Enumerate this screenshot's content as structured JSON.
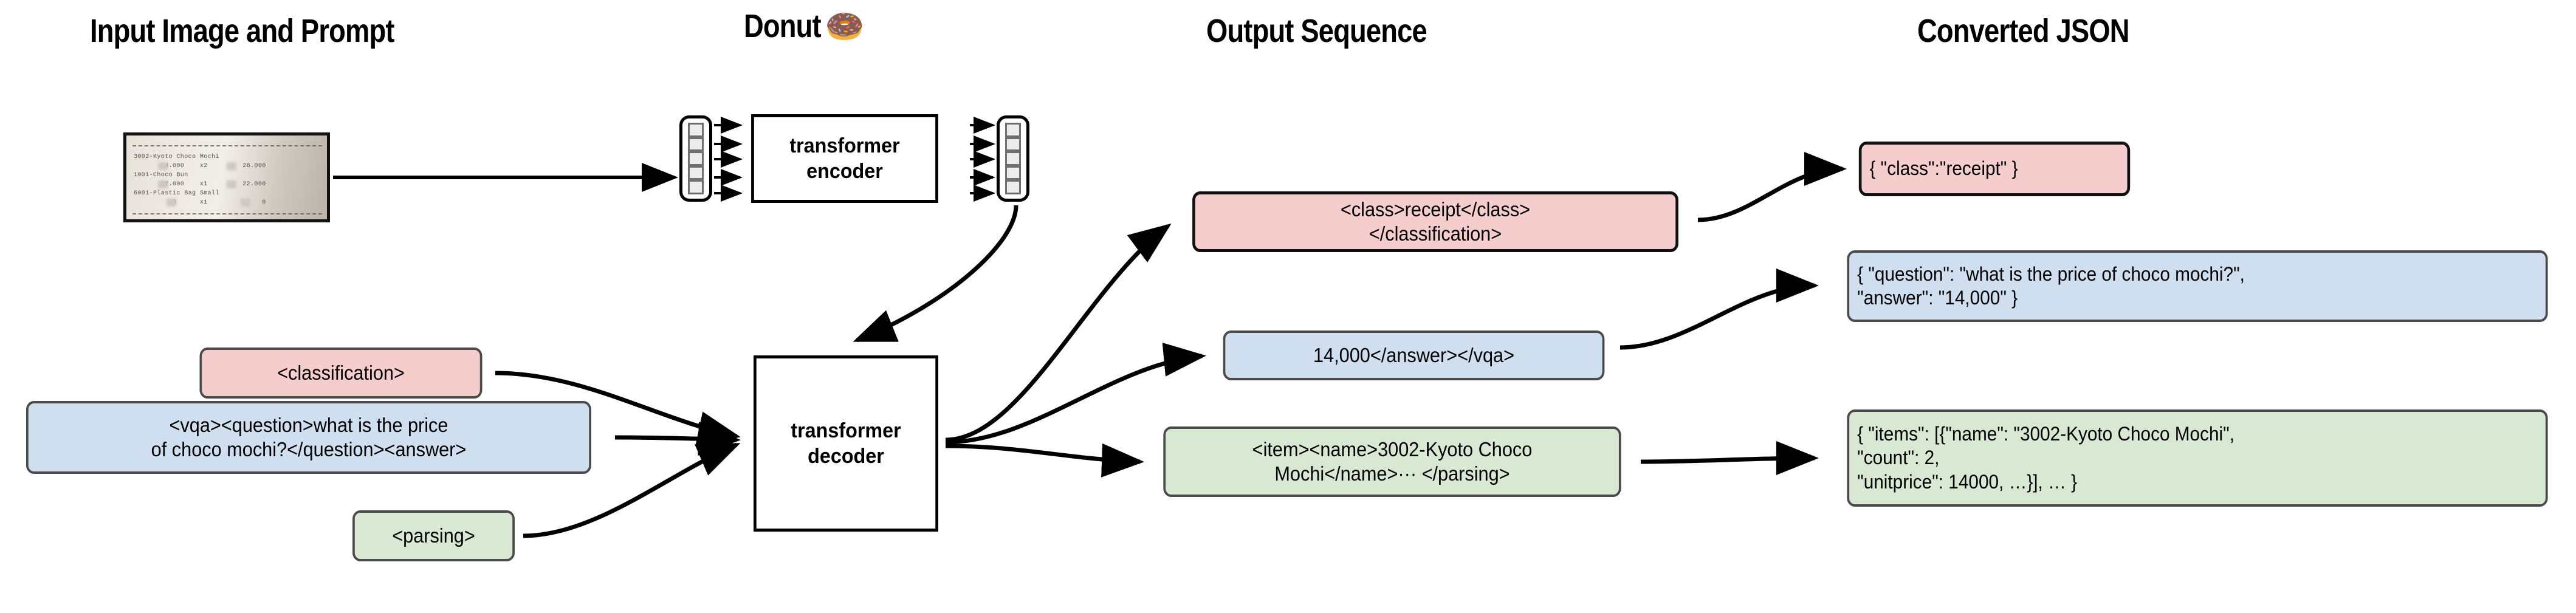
{
  "headers": {
    "input": "Input Image and Prompt",
    "donut": "Donut",
    "donut_emoji": "🍩",
    "output": "Output Sequence",
    "json": "Converted JSON"
  },
  "receipt": {
    "lines": [
      "3002-Kyoto Choco Mochi",
      "       14.000    x2         28.000",
      "1001-Choco Bun",
      "       22.000    x1         22.000",
      "6001-Plastic Bag Small",
      "          0      x1              0"
    ],
    "items": [
      {
        "name": "3002-Kyoto Choco Mochi",
        "unitprice": "14.000",
        "count": "x2",
        "price": "28.000"
      },
      {
        "name": "1001-Choco Bun",
        "unitprice": "22.000",
        "count": "x1",
        "price": "22.000"
      },
      {
        "name": "6001-Plastic Bag Small",
        "unitprice": "0",
        "count": "x1",
        "price": "0"
      }
    ]
  },
  "model": {
    "encoder_label": "transformer\nencoder",
    "decoder_label": "transformer\ndecoder",
    "encoder_input_tokens": 5,
    "encoder_output_tokens": 5
  },
  "prompts": [
    {
      "id": "classification",
      "text": "<classification>",
      "color": "#f5cdcd"
    },
    {
      "id": "vqa",
      "text": "<vqa><question>what is the price\nof choco mochi?</question><answer>",
      "color": "#cfdff0"
    },
    {
      "id": "parsing",
      "text": "<parsing>",
      "color": "#d9e8d2"
    }
  ],
  "outputs": [
    {
      "id": "classification",
      "text": "<class>receipt</class>\n</classification>",
      "color": "#f5cdcd"
    },
    {
      "id": "vqa",
      "text": "14,000</answer></vqa>",
      "color": "#cfdff0"
    },
    {
      "id": "parsing",
      "text": "<item><name>3002-Kyoto Choco\nMochi</name>··· </parsing>",
      "color": "#d9e8d2"
    }
  ],
  "converted": [
    {
      "id": "classification",
      "text": "{ \"class\":\"receipt\" }",
      "color": "#f5cdcd"
    },
    {
      "id": "vqa",
      "text": "{ \"question\": \"what is the price of choco mochi?\",\n   \"answer\": \"14,000\" }",
      "color": "#cfdff0"
    },
    {
      "id": "parsing",
      "text": "{ \"items\": [{\"name\": \"3002-Kyoto Choco Mochi\",\n     \"count\": 2,\n     \"unitprice\": 14000, …}], … }",
      "color": "#d9e8d2"
    }
  ],
  "colors": {
    "pink": "#f5cdcd",
    "blue": "#cfdff0",
    "green": "#d9e8d2",
    "box_border": "#4a4a4a",
    "stroke": "#000000",
    "token_fill": "#ececec",
    "token_border": "#6f6f6f"
  }
}
